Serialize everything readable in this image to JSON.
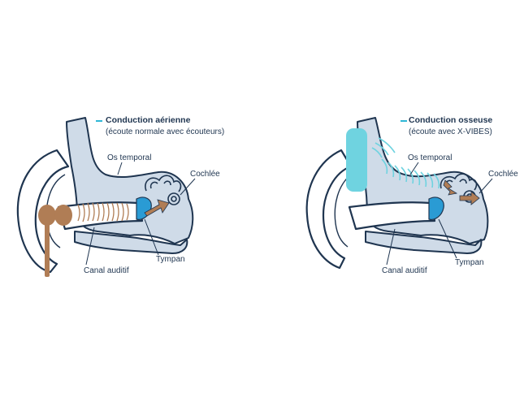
{
  "left_panel": {
    "title": "Conduction aérienne",
    "subtitle": "(écoute normale avec écouteurs)",
    "labels": {
      "os_temporal": "Os temporal",
      "cochlee": "Cochlée",
      "tympan": "Tympan",
      "canal_auditif": "Canal auditif"
    }
  },
  "right_panel": {
    "title": "Conduction osseuse",
    "subtitle": "(écoute avec X-VIBES)",
    "labels": {
      "os_temporal": "Os temporal",
      "cochlee": "Cochlée",
      "tympan": "Tympan",
      "canal_auditif": "Canal auditif"
    }
  },
  "colors": {
    "outline": "#1f3550",
    "bone": "#cfdbe8",
    "earphone": "#b07d55",
    "xvibes": "#6fd3e0",
    "eardrum": "#2a9bd4",
    "accent_dash": "#2fb7d6"
  }
}
